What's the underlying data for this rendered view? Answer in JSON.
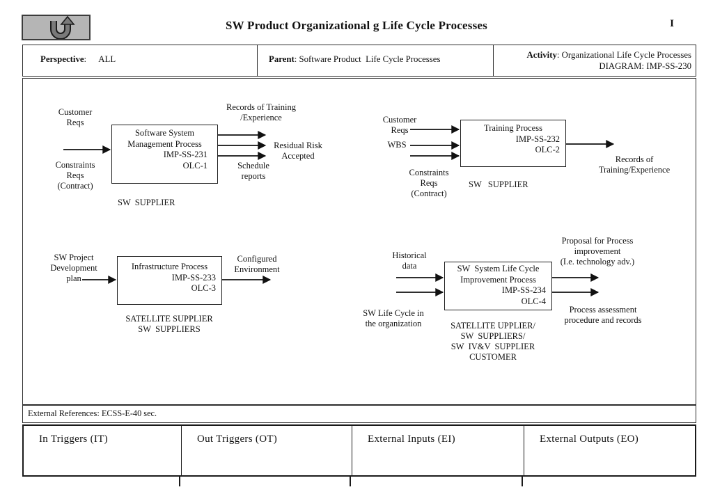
{
  "title_bar": {
    "title": "SW Product Organizational g Life Cycle Processes",
    "page_marker": "I",
    "back_button_icon": "u-turn-up-arrow",
    "back_button_fill": "#b5b5b5"
  },
  "info_bar": {
    "sep": ": ",
    "perspective": {
      "label": "Perspective",
      "value": "ALL"
    },
    "parent": {
      "label": "Parent",
      "value": "Software Product  Life Cycle Processes"
    },
    "activity": {
      "label": "Activity",
      "value": "Organizational Life Cycle Processes"
    },
    "diagram_ref": "DIAGRAM: IMP-SS-230"
  },
  "diagram": {
    "box1": {
      "name": [
        "Software System",
        "Management Process"
      ],
      "code": [
        "IMP-SS-231",
        "OLC-1"
      ],
      "role": "SW  SUPPLIER",
      "labels": {
        "in_top": [
          "Customer",
          "Reqs"
        ],
        "in_bottom": [
          "Constraints",
          "Reqs",
          "(Contract)"
        ],
        "out_top": [
          "Records of Training",
          "/Experience"
        ],
        "out_mid": [
          "Residual Risk",
          "Accepted"
        ],
        "out_bottom": [
          "Schedule",
          "reports"
        ]
      }
    },
    "box2": {
      "name": [
        "Training Process"
      ],
      "code": [
        "IMP-SS-232",
        "OLC-2"
      ],
      "role": "SW   SUPPLIER",
      "labels": {
        "in1": [
          "Customer",
          "Reqs"
        ],
        "in2": [
          "WBS"
        ],
        "in3": [
          "Constraints",
          "Reqs",
          "(Contract)"
        ],
        "out1": [
          "Records of",
          "Training/Experience"
        ]
      }
    },
    "box3": {
      "name": [
        "Infrastructure Process"
      ],
      "code": [
        "IMP-SS-233",
        "OLC-3"
      ],
      "role": [
        "SATELLITE SUPPLIER",
        "SW  SUPPLIERS"
      ],
      "labels": {
        "in1": [
          "SW Project",
          "Development",
          "plan"
        ],
        "out1": [
          "Configured",
          "Environment"
        ]
      }
    },
    "box4": {
      "name": [
        "SW  System Life Cycle",
        "Improvement Process"
      ],
      "code": [
        "IMP-SS-234",
        "OLC-4"
      ],
      "role": [
        "SATELLITE UPPLIER/",
        "SW  SUPPLIERS/",
        "SW  IV&V  SUPPLIER",
        "CUSTOMER"
      ],
      "labels": {
        "in1": [
          "Historical",
          "data"
        ],
        "in2": [
          "SW Life Cycle in",
          "the organization"
        ],
        "out1": [
          "Proposal for Process",
          "improvement",
          "(I.e. technology adv.)"
        ],
        "out2": [
          "Process assessment",
          "procedure and records"
        ]
      }
    }
  },
  "external_references": "External References: ECSS-E-40 sec.",
  "trigger_table": {
    "headers": [
      "In Triggers (IT)",
      "Out Triggers (OT)",
      "External Inputs (EI)",
      "External Outputs (EO)"
    ]
  }
}
